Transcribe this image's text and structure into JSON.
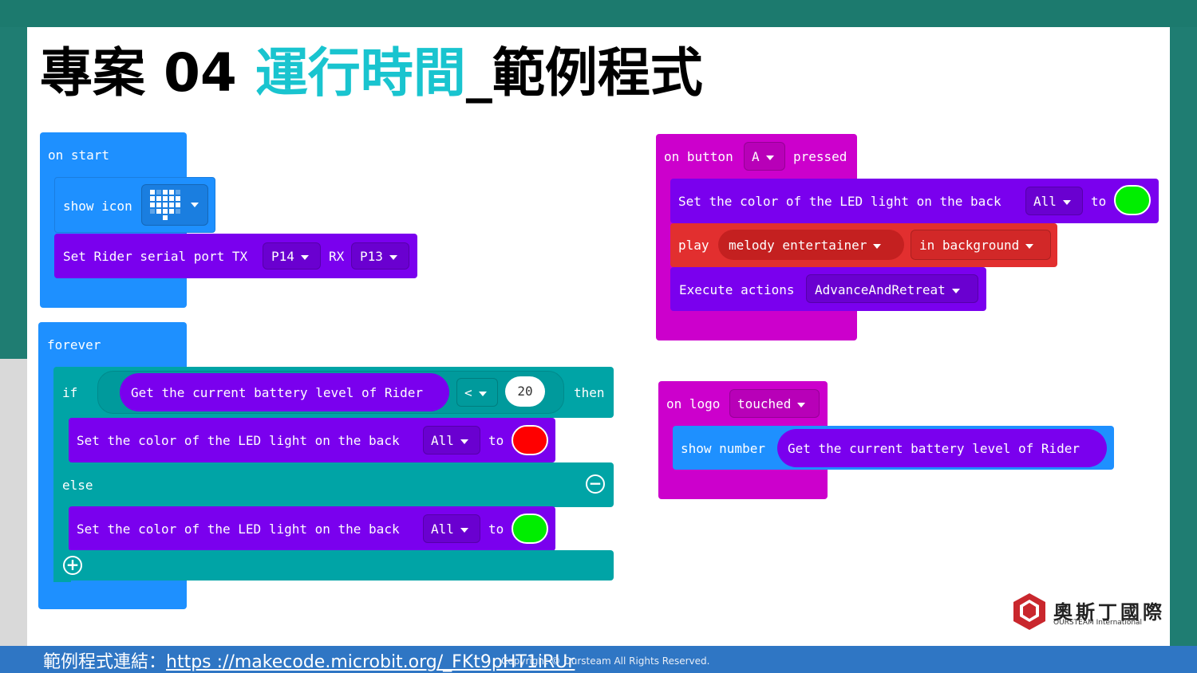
{
  "title": {
    "prefix": "專案 04 ",
    "accent": "運行時間",
    "suffix": "_範例程式"
  },
  "colors": {
    "accent": "#19c4cf",
    "events": "#1e90ff",
    "rider": "#7a00ee",
    "input": "#cc00cc",
    "music": "#e22f2f",
    "logic": "#00a4a6",
    "led_red": "#ff0000",
    "led_green": "#00ff00"
  },
  "on_start": {
    "label": "on start",
    "show_icon": {
      "label": "show icon",
      "icon": "heart-icon"
    },
    "set_serial": {
      "label": "Set Rider serial port TX",
      "tx": "P14",
      "rx_label": "RX",
      "rx": "P13"
    }
  },
  "forever": {
    "label": "forever",
    "if_label": "if",
    "condition": {
      "reporter": "Get the current battery level of Rider",
      "op": "<",
      "value": "20"
    },
    "then_label": "then",
    "set_red": {
      "label": "Set the color of the LED light on the back",
      "target": "All",
      "to": "to",
      "color": "red"
    },
    "else_label": "else",
    "set_green": {
      "label": "Set the color of the LED light on the back",
      "target": "All",
      "to": "to",
      "color": "green"
    }
  },
  "on_button": {
    "label_on": "on button",
    "button": "A",
    "label_pressed": "pressed",
    "set_color": {
      "label": "Set the color of the LED light on the back",
      "target": "All",
      "to": "to",
      "color": "green"
    },
    "play": {
      "label": "play",
      "melody": "melody entertainer",
      "mode": "in background"
    },
    "execute": {
      "label": "Execute actions",
      "action": "AdvanceAndRetreat"
    }
  },
  "on_logo": {
    "label_on": "on logo",
    "event": "touched",
    "show_number": {
      "label": "show number",
      "reporter": "Get the current battery level of Rider"
    }
  },
  "footer": {
    "link_label": "範例程式連結：",
    "link": "https ://makecode.microbit.org/_FKt9pHT1iRUr",
    "copyright": "Copyright © Oursteam All Rights Reserved."
  },
  "logo": {
    "cn": "奧斯丁國際",
    "en": "OURSTEAM International"
  }
}
